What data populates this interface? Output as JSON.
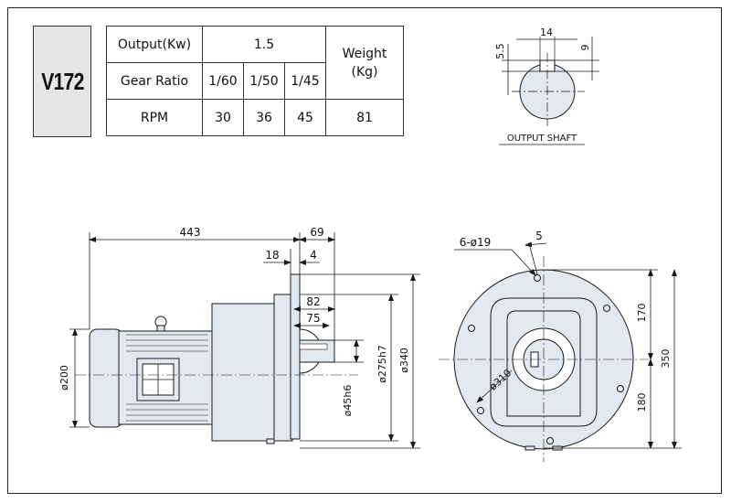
{
  "model": "V172",
  "specs": {
    "output_label": "Output(Kw)",
    "output_value": "1.5",
    "gear_ratio_label": "Gear  Ratio",
    "gear_ratios": [
      "1/60",
      "1/50",
      "1/45"
    ],
    "rpm_label": "RPM",
    "rpm_values": [
      "30",
      "36",
      "45"
    ],
    "weight_label_1": "Weight",
    "weight_label_2": "(Kg)",
    "weight_value": "81"
  },
  "output_shaft": {
    "caption": "OUTPUT  SHAFT",
    "dim_width": "14",
    "dim_depth": "9",
    "dim_offset": "5.5"
  },
  "side_view": {
    "dim_overall": "443",
    "dim_shaft_length": "69",
    "dim_flange": "18",
    "dim_4": "4",
    "dim_82": "82",
    "dim_75": "75",
    "dim_motor_dia": "ø200",
    "dim_pilot": "ø275h7",
    "dim_flange_dia": "ø340",
    "dim_shaft_dia": "ø45h6"
  },
  "front_view": {
    "dim_holes": "6-ø19",
    "dim_angle": "5",
    "dim_pcd": "ø310",
    "dim_upper": "170",
    "dim_lower": "180",
    "dim_total": "350"
  },
  "colors": {
    "body_fill": "#e2e9f1",
    "line": "#1a1a1a",
    "label_bg": "#e6e6e6"
  }
}
